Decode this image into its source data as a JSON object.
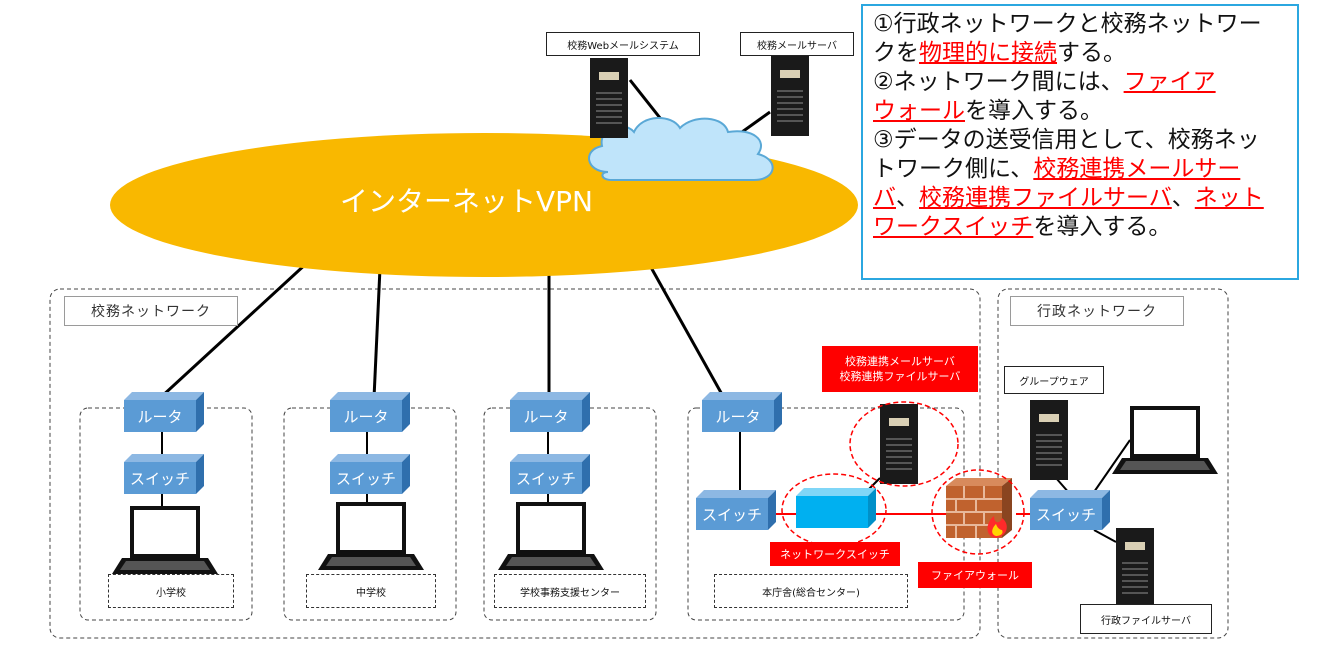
{
  "vpn": {
    "label": "インターネットVPN"
  },
  "top_servers": [
    {
      "label": "校務Webメールシステム"
    },
    {
      "label": "校務メールサーバ"
    }
  ],
  "networks": {
    "school_network": {
      "label": "校務ネットワーク"
    },
    "admin_network": {
      "label": "行政ネットワーク"
    }
  },
  "sites": [
    {
      "label": "小学校"
    },
    {
      "label": "中学校"
    },
    {
      "label": "学校事務支援センター"
    },
    {
      "label": "本庁舎(総合センター)"
    }
  ],
  "devices": {
    "router": "ルータ",
    "switch": "スイッチ"
  },
  "highlight_labels": {
    "coop_servers_line1": "校務連携メールサーバ",
    "coop_servers_line2": "校務連携ファイルサーバ",
    "network_switch": "ネットワークスイッチ",
    "firewall": "ファイアウォール"
  },
  "admin_side": {
    "groupware": "グループウェア",
    "file_server": "行政ファイルサーバ"
  },
  "callout": {
    "p1_a": "①行政ネットワークと校務ネットワー",
    "p1_b": "クを",
    "p1_c": "物理的に接続",
    "p1_d": "する。",
    "p2_a": "②ネットワーク間には、",
    "p2_b": "ファイア",
    "p2_c": "ウォール",
    "p2_d": "を導入する。",
    "p3_a": "③データの送受信用として、校務ネッ",
    "p3_b": "トワーク側に、",
    "p3_c": "校務連携メールサー",
    "p3_d": "バ",
    "p3_e": "、",
    "p3_f": "校務連携ファイルサーバ",
    "p3_g": "、",
    "p3_h": "ネット",
    "p3_i": "ワークスイッチ",
    "p3_j": "を導入する。"
  },
  "colors": {
    "vpn": "#f9b800",
    "device": "#5b9bd5",
    "highlight": "#ff0000",
    "callout_border": "#2ba7e0",
    "nw_switch": "#00b0f0"
  }
}
